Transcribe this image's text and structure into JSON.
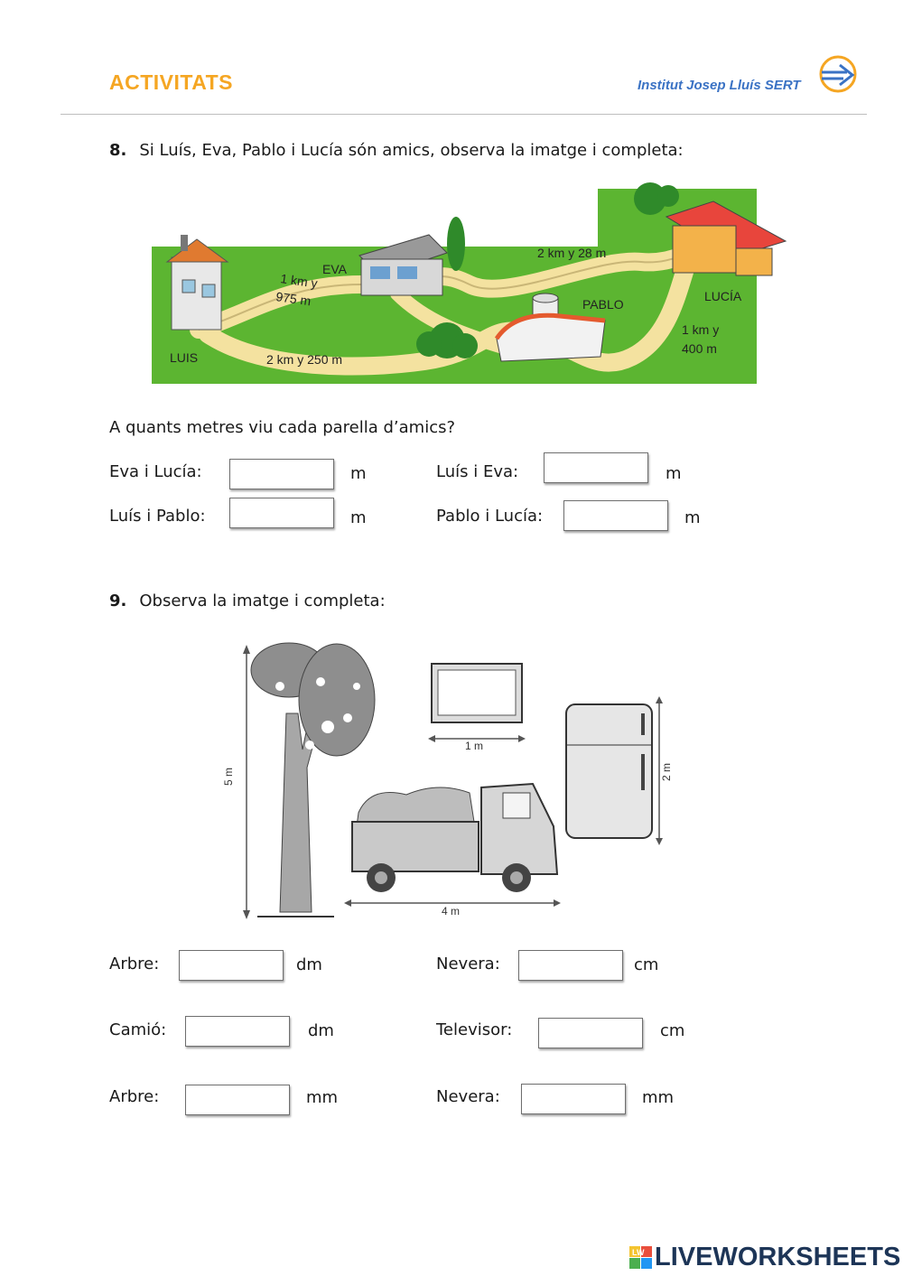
{
  "header": {
    "title": "ACTIVITATS",
    "school": "Institut Josep Lluís SERT"
  },
  "q8": {
    "number": "8.",
    "prompt": "Si Luís, Eva, Pablo i Lucía són amics, observa la imatge i completa:",
    "map": {
      "names": {
        "luis": "LUIS",
        "eva": "EVA",
        "pablo": "PABLO",
        "lucia": "LUCÍA"
      },
      "distances": {
        "luis_eva_1": "1 km y",
        "luis_eva_2": "975 m",
        "luis_pablo": "2 km y 250 m",
        "eva_lucia": "2 km y 28 m",
        "pablo_lucia_1": "1 km y",
        "pablo_lucia_2": "400 m"
      }
    },
    "question": "A quants metres viu cada parella d’amics?",
    "rows": [
      {
        "label": "Eva i Lucía:",
        "value": "",
        "unit": "m"
      },
      {
        "label": "Luís i Eva:",
        "value": "",
        "unit": "m"
      },
      {
        "label": "Luís i Pablo:",
        "value": "",
        "unit": "m"
      },
      {
        "label": "Pablo i Lucía:",
        "value": "",
        "unit": "m"
      }
    ]
  },
  "q9": {
    "number": "9.",
    "prompt": "Observa la imatge i completa:",
    "image": {
      "tree_height": "5 m",
      "tv_width": "1 m",
      "fridge_height": "2 m",
      "truck_length": "4 m"
    },
    "rows": [
      {
        "label": "Arbre:",
        "value": "",
        "unit": "dm"
      },
      {
        "label": "Nevera:",
        "value": "",
        "unit": "cm"
      },
      {
        "label": "Camió:",
        "value": "",
        "unit": "dm"
      },
      {
        "label": "Televisor:",
        "value": "",
        "unit": "cm"
      },
      {
        "label": "Arbre:",
        "value": "",
        "unit": "mm"
      },
      {
        "label": "Nevera:",
        "value": "",
        "unit": "mm"
      }
    ]
  },
  "footer": {
    "brand": "LIVEWORKSHEETS",
    "badge_letters": "LW"
  }
}
